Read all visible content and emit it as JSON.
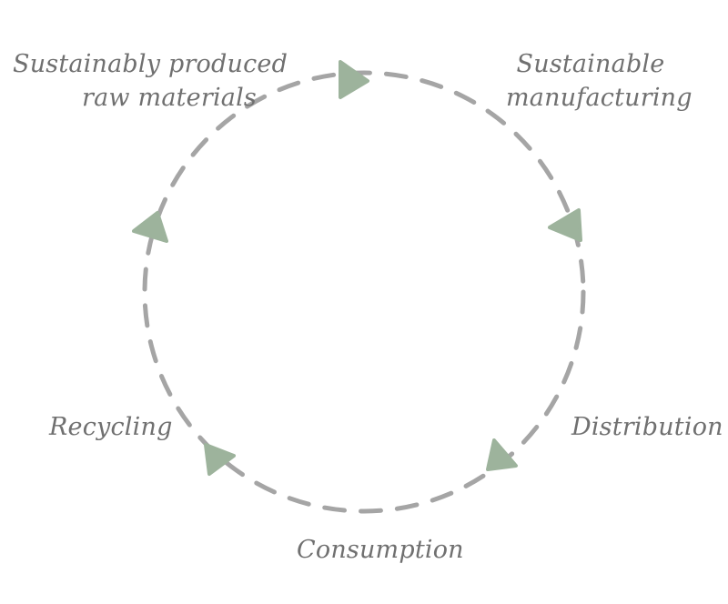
{
  "diagram": {
    "stages": [
      {
        "id": "raw",
        "lines": [
          "Sustainably produced",
          "raw materials"
        ]
      },
      {
        "id": "manufacturing",
        "lines": [
          "Sustainable",
          "manufacturing"
        ]
      },
      {
        "id": "distribution",
        "lines": [
          "Distribution"
        ]
      },
      {
        "id": "consumption",
        "lines": [
          "Consumption"
        ]
      },
      {
        "id": "recycling",
        "lines": [
          "Recycling"
        ]
      }
    ],
    "colors": {
      "ring": "#a5a5a5",
      "arrow": "#9db39c",
      "label": "#707070",
      "background": "#ffffff"
    },
    "direction": "clockwise"
  }
}
